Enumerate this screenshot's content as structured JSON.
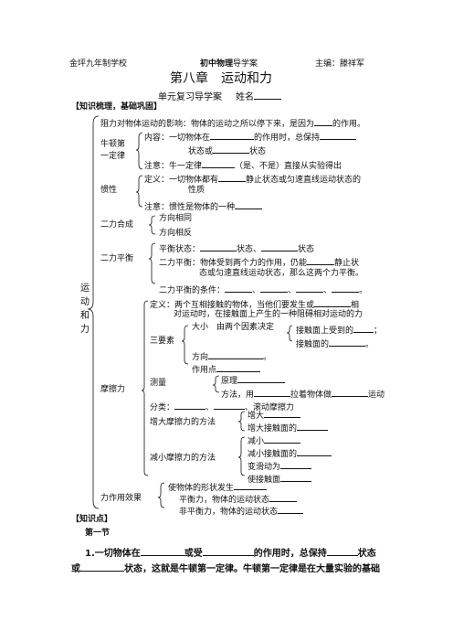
{
  "header": {
    "school": "金坪九年制学校",
    "subject": "初中物理",
    "doc_type": "导学案",
    "editor": "主编：滕祥军"
  },
  "title": {
    "chapter": "第八章　运动和力",
    "subtitle": "单元复习导学案",
    "name_label": "姓名"
  },
  "section1": "【知识梳理，基础巩固】",
  "tree": {
    "root_chars": [
      "运",
      "动",
      "和",
      "力"
    ],
    "l0": "阻力对物体运动的影响：物体的运动之所以停下来，是因为",
    "l0_end": "的作用。",
    "newton_label_1": "牛顿第",
    "newton_label_2": "一定律",
    "newton_content_a": "内容：一切物体在",
    "newton_content_b": "的作用时，总保持",
    "newton_content_c": "状态或",
    "newton_content_d": "状态",
    "newton_note_a": "注意：牛一定律",
    "newton_note_b": "（是、不是）直接从实验得出",
    "inertia_label": "惯性",
    "inertia_def_a": "定义：一切物体都有",
    "inertia_def_b": "静止状态或匀速直线运动状态的",
    "inertia_def_c": "性质",
    "inertia_note": "注意：惯性是物体的一种",
    "combine_label": "二力合成",
    "combine_same": "方向相同",
    "combine_opp": "方向相反",
    "balance_label": "二力平衡",
    "balance_state_a": "平衡状态：",
    "balance_state_b": "状态、",
    "balance_state_c": "状态",
    "balance_def_a": "二力平衡：物体受到两个力的作用，仍能",
    "balance_def_b": "静止状",
    "balance_def_c": "态或匀速直线运动状态，那么这两个力平衡。",
    "balance_cond": "二力平衡的条件：",
    "friction_label": "摩擦力",
    "fr_def_a": "定义：两个互相接触的物体，当他们要发生或",
    "fr_def_b": "相",
    "fr_def_c": "对运动时，在接触面上产生的一种阻碍相对运动的力",
    "three_label": "三要素",
    "size_a": "大小　由两个因素决定",
    "size_b": "接触面上受到的",
    "size_c": "；",
    "size_d": "接触面的",
    "size_e": "。",
    "direction": "方向",
    "direction_end": "。",
    "action_point": "作用点",
    "measure_label": "测量",
    "principle": "原理",
    "method_a": "方法，用",
    "method_b": "拉着物体做",
    "method_c": "运动",
    "classify_a": "分类：",
    "classify_b": "、",
    "classify_c": "、滚动摩擦力",
    "increase_label": "增大摩擦力的方法",
    "inc_1": "增大",
    "inc_2": "增大接触面的",
    "decrease_label": "减小摩擦力的方法",
    "dec_1": "减小",
    "dec_2": "减小接触面的",
    "dec_3": "变滑动为",
    "dec_4": "使接触面",
    "effect_label": "力作用效果",
    "eff_1": "使物体的形状发生",
    "eff_2": "平衡力，物体的运动状态",
    "eff_3": "非平衡力，物体的运动状态"
  },
  "section2": "【知识点】",
  "section_first": "第一节",
  "para1_a": "1.一切物体在",
  "para1_b": "或受",
  "para1_c": "的作用时，总保持",
  "para1_d": "状态",
  "para2_a": "或",
  "para2_b": "状态，这就是牛顿第一定律。牛顿第一定律是在大量实验的基础"
}
